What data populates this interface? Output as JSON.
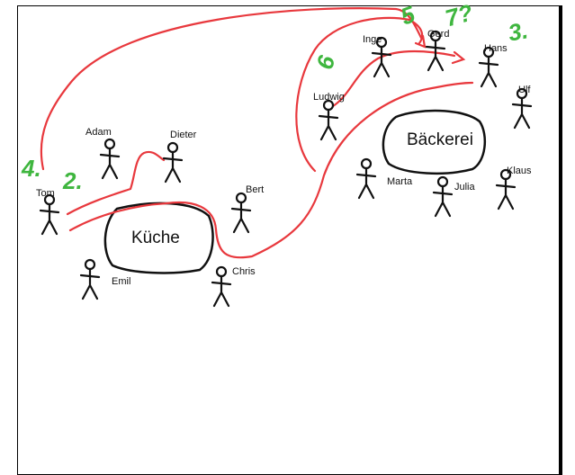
{
  "rooms": [
    {
      "key": "kueche",
      "label": "Küche"
    },
    {
      "key": "baeckerei",
      "label": "Bäckerei"
    }
  ],
  "people": [
    {
      "key": "tom",
      "name": "Tom"
    },
    {
      "key": "adam",
      "name": "Adam"
    },
    {
      "key": "dieter",
      "name": "Dieter"
    },
    {
      "key": "bert",
      "name": "Bert"
    },
    {
      "key": "emil",
      "name": "Emil"
    },
    {
      "key": "chris",
      "name": "Chris"
    },
    {
      "key": "ludwig",
      "name": "Ludwig"
    },
    {
      "key": "inge",
      "name": "Inge"
    },
    {
      "key": "gerd",
      "name": "Gerd"
    },
    {
      "key": "hans",
      "name": "Hans"
    },
    {
      "key": "ulf",
      "name": "Ulf"
    },
    {
      "key": "marta",
      "name": "Marta"
    },
    {
      "key": "julia",
      "name": "Julia"
    },
    {
      "key": "klaus",
      "name": "Klaus"
    }
  ],
  "annotations": [
    {
      "key": "a1",
      "text": "4."
    },
    {
      "key": "a2",
      "text": "2."
    },
    {
      "key": "a3",
      "text": "6"
    },
    {
      "key": "a4",
      "text": "5"
    },
    {
      "key": "a5",
      "text": "7?"
    },
    {
      "key": "a6",
      "text": "3."
    }
  ],
  "colors": {
    "ink": "#111111",
    "arrow": "#e8383d",
    "note": "#3fb63f"
  }
}
